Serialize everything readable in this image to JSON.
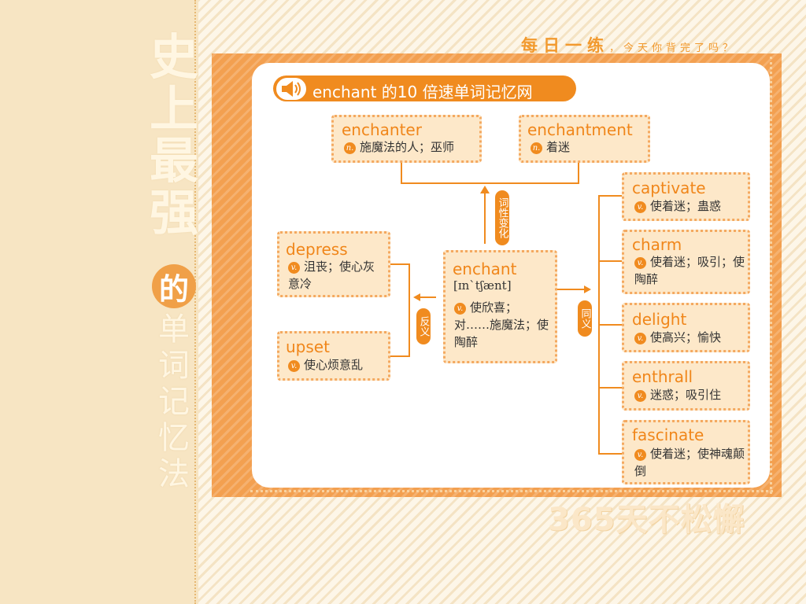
{
  "side": {
    "title_chars": [
      "史",
      "上",
      "最",
      "强"
    ],
    "de": "的",
    "rest_chars": [
      "单",
      "词",
      "记",
      "忆",
      "法"
    ]
  },
  "slogan": {
    "big": "每日一练",
    "small": "，今天你背完了吗？",
    "bottom": "365天不松懈"
  },
  "network": {
    "title": "enchant 的10 倍速单词记忆网",
    "center": {
      "word": "enchant",
      "phonetic": "[ɪn`tʃænt]",
      "pos": "v.",
      "def": "使欣喜；对……施魔法；使陶醉"
    },
    "derivatives_label": "词性变化",
    "antonyms_label": "反义",
    "synonyms_label": "同义",
    "derivatives": [
      {
        "word": "enchanter",
        "pos": "n.",
        "def": "施魔法的人；巫师"
      },
      {
        "word": "enchantment",
        "pos": "n.",
        "def": "着迷"
      }
    ],
    "antonyms": [
      {
        "word": "depress",
        "pos": "v.",
        "def": "沮丧；使心灰意冷"
      },
      {
        "word": "upset",
        "pos": "v.",
        "def": "使心烦意乱"
      }
    ],
    "synonyms": [
      {
        "word": "captivate",
        "pos": "v.",
        "def": "使着迷；蛊惑"
      },
      {
        "word": "charm",
        "pos": "v.",
        "def": "使着迷；吸引；使陶醉"
      },
      {
        "word": "delight",
        "pos": "v.",
        "def": "使高兴；愉快"
      },
      {
        "word": "enthrall",
        "pos": "v.",
        "def": "迷惑；吸引住"
      },
      {
        "word": "fascinate",
        "pos": "v.",
        "def": "使着迷；使神魂颠倒"
      }
    ]
  },
  "colors": {
    "accent": "#f08b1f",
    "frame": "#f3a050",
    "box_fill": "#fde8c9"
  }
}
